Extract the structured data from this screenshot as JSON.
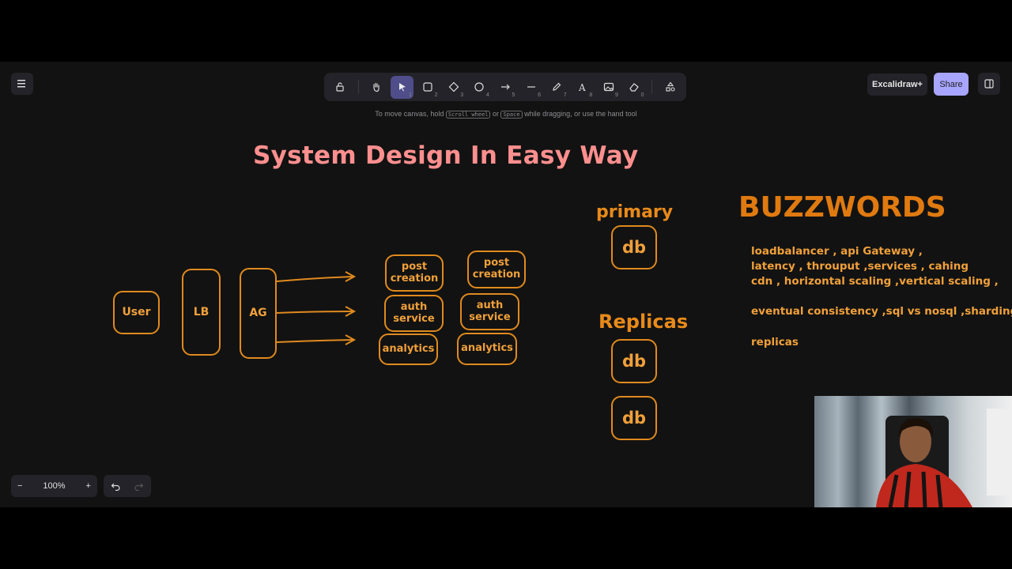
{
  "hamburger_icon": "menu-icon",
  "toolbar": {
    "tools": [
      {
        "name": "lock",
        "key": ""
      },
      {
        "name": "hand",
        "key": ""
      },
      {
        "name": "selection",
        "key": "1"
      },
      {
        "name": "rectangle",
        "key": "2"
      },
      {
        "name": "diamond",
        "key": "3"
      },
      {
        "name": "ellipse",
        "key": "4"
      },
      {
        "name": "arrow",
        "key": "5"
      },
      {
        "name": "line",
        "key": "6"
      },
      {
        "name": "draw",
        "key": "7"
      },
      {
        "name": "text",
        "key": "8"
      },
      {
        "name": "image",
        "key": "9"
      },
      {
        "name": "eraser",
        "key": "0"
      },
      {
        "name": "extra-tools",
        "key": ""
      }
    ]
  },
  "hint": {
    "part1": "To move canvas, hold",
    "key1": "Scroll wheel",
    "part2": "or",
    "key2": "Space",
    "part3": "while dragging, or use the hand tool"
  },
  "header_right": {
    "excalidraw_plus": "Excalidraw+",
    "share": "Share"
  },
  "canvas": {
    "title": "System Design In Easy Way",
    "user": "User",
    "lb": "LB",
    "ag": "AG",
    "service_col1": [
      "post creation",
      "auth service",
      "analytics"
    ],
    "service_col2": [
      "post creation",
      "auth service",
      "analytics"
    ],
    "primary_label": "primary",
    "primary_db": "db",
    "replicas_label": "Replicas",
    "replica_dbs": [
      "db",
      "db"
    ],
    "buzzwords_title": "BUZZWORDS",
    "buzzwords": [
      "loadbalancer , api Gateway ,",
      "latency , throuput ,services , cahing",
      "cdn , horizontal scaling ,vertical scaling ,",
      "eventual consistency  ,sql vs nosql ,sharding",
      "replicas"
    ]
  },
  "footer": {
    "zoom_level": "100%",
    "zoom_out": "−",
    "zoom_in": "+"
  },
  "colors": {
    "background": "#121212",
    "accent": "#a8a5ff",
    "title": "#ff8f8f",
    "stroke": "#e08a1e"
  }
}
